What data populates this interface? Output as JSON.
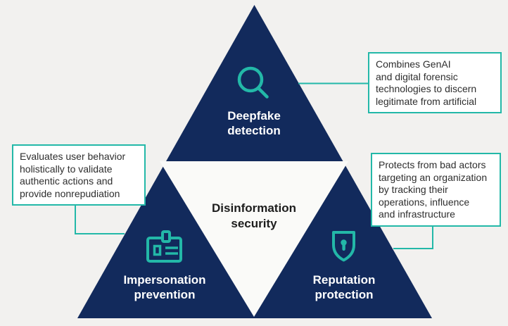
{
  "center": {
    "title": "Disinformation\nsecurity"
  },
  "segments": {
    "deepfake": {
      "label": "Deepfake\ndetection",
      "icon": "search-icon",
      "callout": "Combines GenAI\nand digital forensic\ntechnologies to discern\nlegitimate from artificial"
    },
    "impersonation": {
      "label": "Impersonation\nprevention",
      "icon": "id-badge-icon",
      "callout": "Evaluates user behavior\nholistically to validate\nauthentic actions and\nprovide nonrepudiation"
    },
    "reputation": {
      "label": "Reputation\nprotection",
      "icon": "shield-icon",
      "callout": "Protects from bad actors\ntargeting an organization\nby tracking their\noperations, influence\nand infrastructure"
    }
  },
  "colors": {
    "navy": "#122a5c",
    "teal": "#23b8a8",
    "background": "#f2f1ef",
    "centerfill": "#fafaf8",
    "text": "#2e2e2e"
  }
}
